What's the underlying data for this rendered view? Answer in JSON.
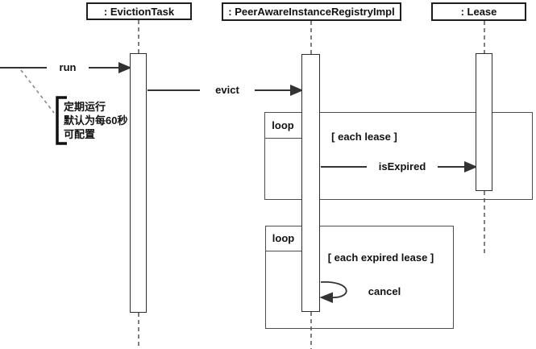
{
  "diagram": {
    "type": "uml-sequence-diagram",
    "lifelines": [
      {
        "name": ": EvictionTask"
      },
      {
        "name": ": PeerAwareInstanceRegistryImpl"
      },
      {
        "name": ": Lease"
      }
    ],
    "messages": [
      {
        "label": "run",
        "from": "external",
        "to": ": EvictionTask"
      },
      {
        "label": "evict",
        "from": ": EvictionTask",
        "to": ": PeerAwareInstanceRegistryImpl"
      },
      {
        "label": "isExpired",
        "from": ": PeerAwareInstanceRegistryImpl",
        "to": ": Lease"
      },
      {
        "label": "cancel",
        "from": ": PeerAwareInstanceRegistryImpl",
        "to": ": PeerAwareInstanceRegistryImpl"
      }
    ],
    "fragments": [
      {
        "operator": "loop",
        "guard": "[ each lease ]"
      },
      {
        "operator": "loop",
        "guard": "[ each expired lease ]"
      }
    ],
    "note": {
      "line1": "定期运行",
      "line2": "默认为每60秒",
      "line3": "可配置"
    },
    "colors": {
      "line": "#333333",
      "fragment_border": "#4d4d4d",
      "text": "#111111",
      "background": "#ffffff"
    }
  }
}
